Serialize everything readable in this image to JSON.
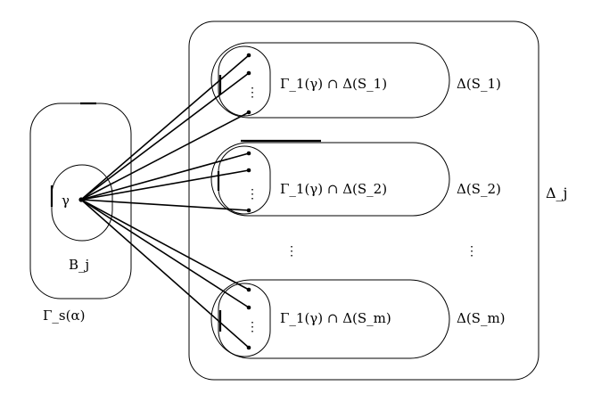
{
  "labels": {
    "gamma": "γ",
    "B_j": "B_j",
    "Gamma_s_alpha": "Γ_s(α)",
    "Delta_j": "Δ_j"
  },
  "groups": [
    {
      "intersection": "Γ_1(γ) ∩ Δ(S_1)",
      "delta": "Δ(S_1)",
      "edges": 3
    },
    {
      "intersection": "Γ_1(γ) ∩ Δ(S_2)",
      "delta": "Δ(S_2)",
      "edges": 3
    },
    {
      "intersection": "Γ_1(γ) ∩ Δ(S_m)",
      "delta": "Δ(S_m)",
      "edges": 3
    }
  ],
  "ellipsis": "⋮"
}
